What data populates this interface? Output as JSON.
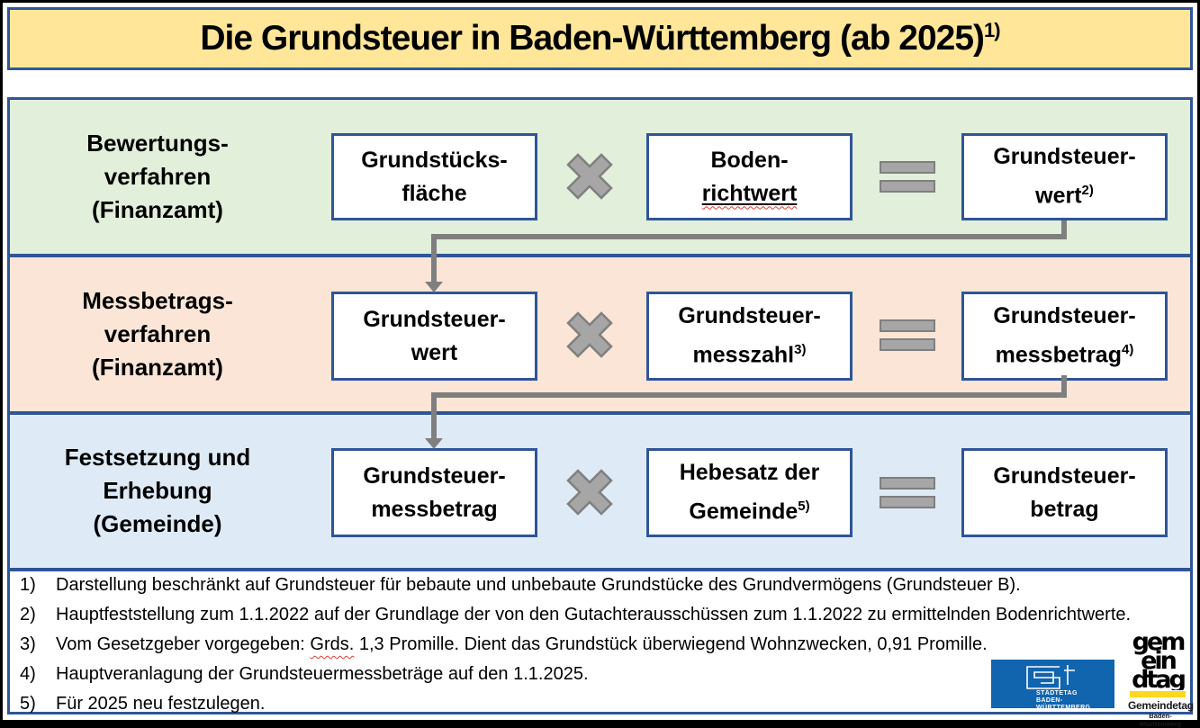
{
  "title": {
    "text": "Die Grundsteuer in Baden-Württemberg (ab 2025)",
    "sup": "1)"
  },
  "bands": [
    {
      "label1": "Bewertungs-",
      "label2": "verfahren",
      "label3": "(Finanzamt)",
      "box1_line1": "Grundstücks-",
      "box1_line2": "fläche",
      "box1_sup": "",
      "box2_line1": "Boden-",
      "box2_line2": "richtwert",
      "box2_sup": "",
      "box3_line1": "Grundsteuer-",
      "box3_line2": "wert",
      "box3_sup": "2)"
    },
    {
      "label1": "Messbetrags-",
      "label2": "verfahren",
      "label3": "(Finanzamt)",
      "box1_line1": "Grundsteuer-",
      "box1_line2": "wert",
      "box1_sup": "",
      "box2_line1": "Grundsteuer-",
      "box2_line2": "messzahl",
      "box2_sup": "3)",
      "box3_line1": "Grundsteuer-",
      "box3_line2": "messbetrag",
      "box3_sup": "4)"
    },
    {
      "label1": "Festsetzung und",
      "label2": "Erhebung",
      "label3": "(Gemeinde)",
      "box1_line1": "Grundsteuer-",
      "box1_line2": "messbetrag",
      "box1_sup": "",
      "box2_line1": "Hebesatz der",
      "box2_line2": "Gemeinde",
      "box2_sup": "5)",
      "box3_line1": "Grundsteuer-",
      "box3_line2": "betrag",
      "box3_sup": ""
    }
  ],
  "operators": {
    "multiply": "×",
    "equals": "="
  },
  "footnotes": {
    "f1_num": "1)",
    "f1_text": "Darstellung beschränkt auf Grundsteuer für bebaute und unbebaute Grundstücke des Grundvermögens (Grundsteuer B).",
    "f2_num": "2)",
    "f2_text": "Hauptfeststellung zum 1.1.2022 auf der Grundlage der von den Gutachterausschüssen zum 1.1.2022 zu ermittelnden Bodenrichtwerte.",
    "f3_num": "3)",
    "f3_before": "Vom Gesetzgeber vorgegeben: ",
    "f3_wavy": "Grds.",
    "f3_after": " 1,3 Promille. Dient das Grundstück überwiegend Wohnzwecken, 0,91 Promille.",
    "f4_num": "4)",
    "f4_text": "Hauptveranlagung der Grundsteuermessbeträge auf den 1.1.2025.",
    "f5_num": "5)",
    "f5_text": "Für 2025 neu festzulegen."
  },
  "logos": {
    "staedtetag_line1": "STÄDTETAG",
    "staedtetag_line2": "BADEN-WÜRTTEMBERG",
    "gemeindetag_block1": "gem",
    "gemeindetag_block2": "ein",
    "gemeindetag_block3": "dtag",
    "gemeindetag_name": "Gemeindetag",
    "gemeindetag_sub": "Baden-Württemberg"
  },
  "colors": {
    "title_bg": "#FFE699",
    "border_blue": "#2F5597",
    "band_green": "#E2EFDA",
    "band_peach": "#FBE5D6",
    "band_blue": "#DEEBF7",
    "symbol_gray": "#A6A6A6",
    "symbol_edge": "#7F7F7F",
    "connector_gray": "#7F7F7F",
    "staedtetag_blue": "#1164AE",
    "gemeindetag_yellow": "#FFD71C"
  }
}
